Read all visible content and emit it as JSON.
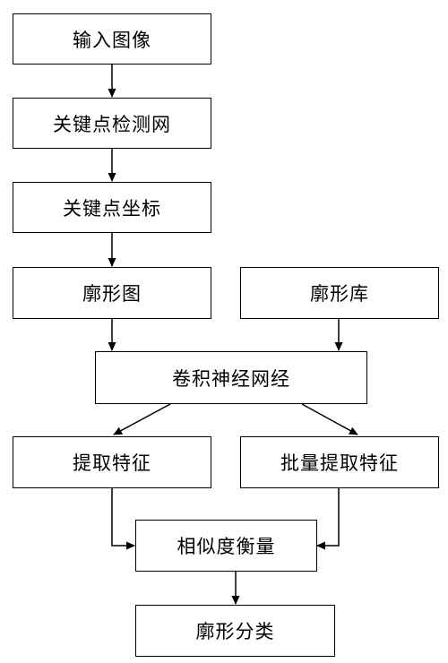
{
  "nodes": {
    "input_image": "输入图像",
    "keypoint_net": "关键点检测网",
    "keypoint_coords": "关键点坐标",
    "contour_map": "廓形图",
    "contour_library": "廓形库",
    "cnn": "卷积神经网经",
    "extract_features": "提取特征",
    "batch_extract_features": "批量提取特征",
    "similarity": "相似度衡量",
    "contour_classify": "廓形分类"
  },
  "colors": {
    "stroke": "#000000",
    "background": "#ffffff"
  }
}
